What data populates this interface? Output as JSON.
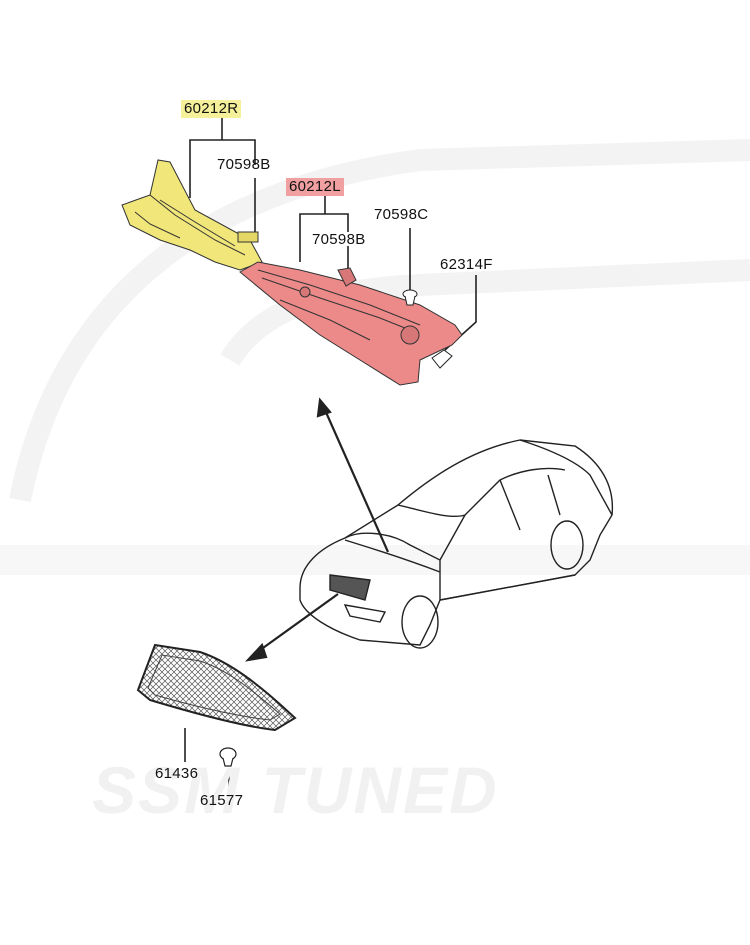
{
  "labels": {
    "p60212R": "60212R",
    "p70598B_top": "70598B",
    "p60212L": "60212L",
    "p70598C": "70598C",
    "p70598B_mid": "70598B",
    "p62314F": "62314F",
    "p61436": "61436",
    "p61577": "61577"
  },
  "watermark": "SSM TUNED",
  "colors": {
    "highlight_right": "#f4f19a",
    "highlight_left": "#f0a0a0",
    "part_right_fill": "#f0e67a",
    "part_left_fill": "#ec8a8a",
    "line": "#222222"
  }
}
